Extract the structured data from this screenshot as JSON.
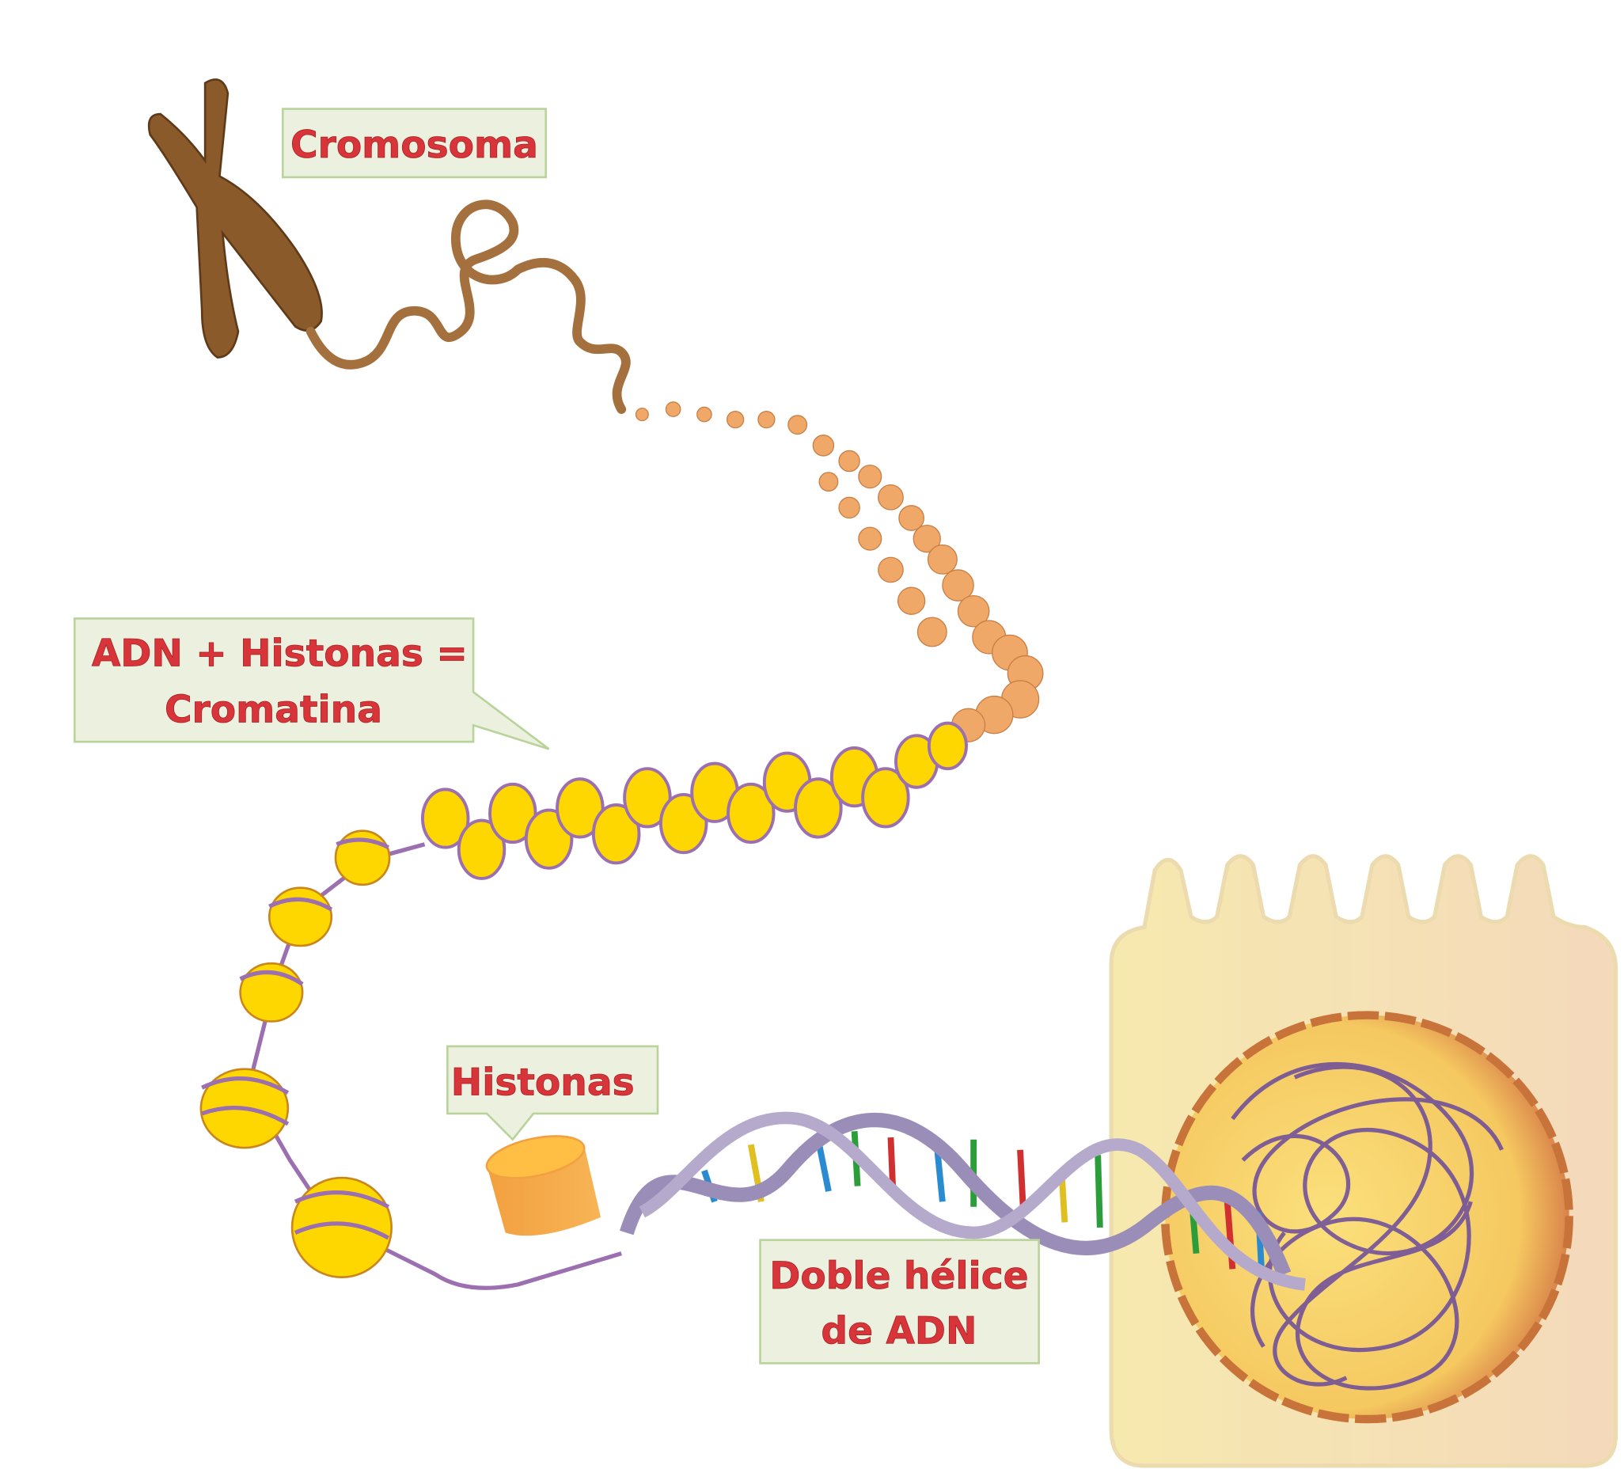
{
  "labels": {
    "chromosome": "Cromosoma",
    "chromatin_line1": "ADN + Histonas =",
    "chromatin_line2": "Cromatina",
    "histones": "Histonas",
    "double_helix_line1": "Doble hélice",
    "double_helix_line2": "de ADN"
  },
  "colors": {
    "label_text": "#d7353a",
    "label_box": "#ebf0df",
    "label_border": "#b9d39b",
    "chromosome": "#8b5a2b",
    "bead": "#f0a868",
    "histone_core": "#ffd700",
    "dna_wrap": "#9b6fb0",
    "cell": "#f6e3a8",
    "nucleus": "#f9d27a"
  }
}
